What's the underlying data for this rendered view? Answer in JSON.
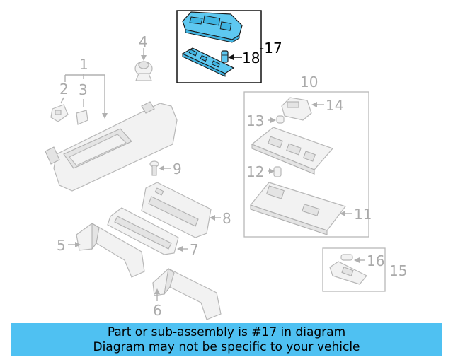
{
  "callouts": {
    "c1": "1",
    "c2": "2",
    "c3": "3",
    "c4": "4",
    "c5": "5",
    "c6": "6",
    "c7": "7",
    "c8": "8",
    "c9": "9",
    "c10": "10",
    "c11": "11",
    "c12": "12",
    "c13": "13",
    "c14": "14",
    "c15": "15",
    "c16": "16",
    "c17": "-17",
    "c18": "18"
  },
  "colors": {
    "highlight_part": "#5ec8f0",
    "banner_background": "#4fc1f2",
    "callout_gray": "#aaaaaa"
  },
  "banner": {
    "line1": "Part or sub-assembly is #17 in diagram",
    "line2": "Diagram may not be specific to your vehicle"
  }
}
